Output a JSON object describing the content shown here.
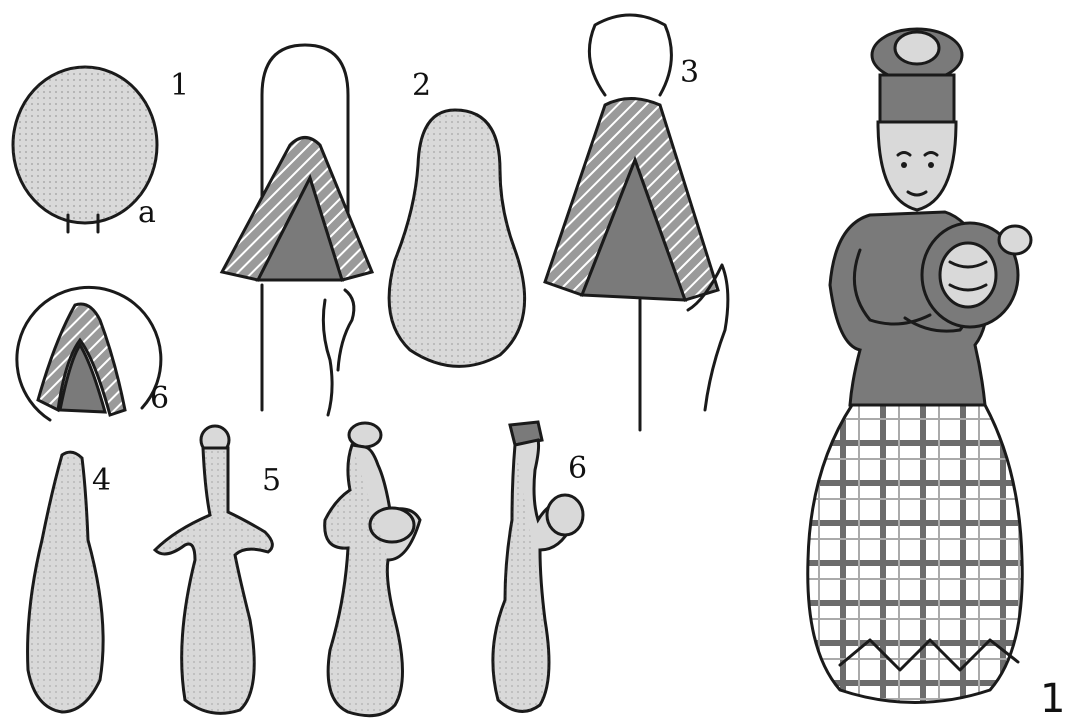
{
  "labels": {
    "step1": "1",
    "step1a": "a",
    "step2": "2",
    "step3": "3",
    "step6a": "6",
    "step4": "4",
    "step5": "5",
    "step6b": "6",
    "figure": "1"
  },
  "colors": {
    "ink": "#1a1a1a",
    "clay_light": "#d9d9d9",
    "clay_dark": "#7a7a7a",
    "background": "#ffffff"
  }
}
